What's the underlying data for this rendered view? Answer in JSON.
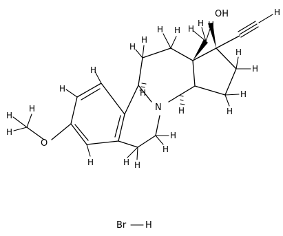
{
  "structure": {
    "atoms": {
      "hydroxyl": "OH",
      "ring_nitrogen": "N",
      "methoxy_oxygen": "O",
      "hydrogen": "H",
      "salt_hbr": "Br",
      "salt_h": "H"
    }
  }
}
